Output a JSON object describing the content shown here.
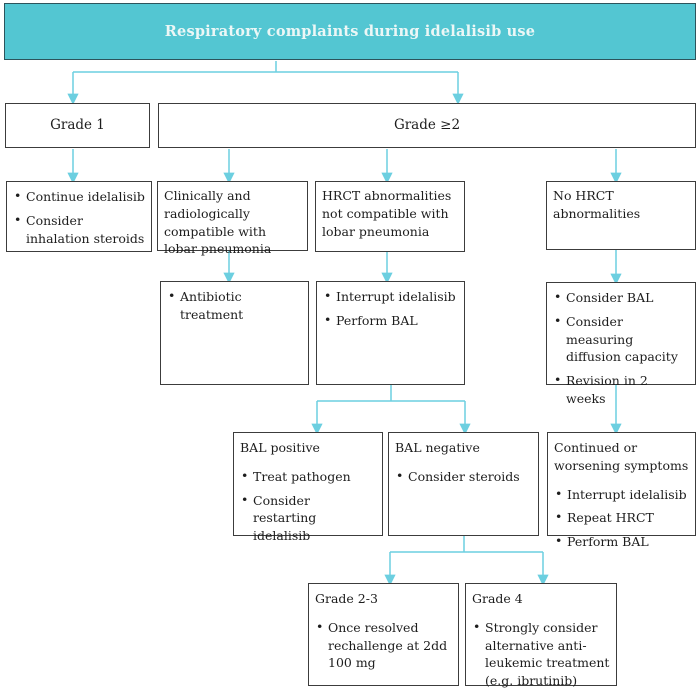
{
  "title": "Respiratory complaints during idelalisib use",
  "colors": {
    "background": "#ffffff",
    "header_fill": "#53c6d2",
    "header_border": "#2c545c",
    "header_text": "#ecf7f6",
    "box_border": "#3c3c3c",
    "text": "#1d1d1d",
    "arrow": "#6ccfe0"
  },
  "nodes": {
    "grade1": {
      "label": "Grade 1"
    },
    "grade2plus": {
      "label": "Grade ≥2"
    },
    "grade1_actions": {
      "bullets": [
        "Continue idelalisib",
        "Consider inhalation steroids"
      ]
    },
    "lobar_compatible": {
      "text": "Clinically and radiologically compatible with lobar pneumonia"
    },
    "hrct_abnormalities": {
      "text": "HRCT abnormalities not compatible with lobar pneumonia"
    },
    "no_hrct": {
      "text": "No HRCT abnormalities"
    },
    "antibiotic": {
      "bullets": [
        "Antibiotic treatment"
      ]
    },
    "interrupt": {
      "bullets": [
        "Interrupt idelalisib",
        "Perform BAL"
      ]
    },
    "consider_bal": {
      "bullets": [
        "Consider BAL",
        "Consider measuring diffusion capacity",
        "Revision in 2 weeks"
      ]
    },
    "bal_positive": {
      "header": "BAL positive",
      "bullets": [
        "Treat pathogen",
        "Consider restarting idelalisib"
      ]
    },
    "bal_negative": {
      "header": "BAL negative",
      "bullets": [
        "Consider steroids"
      ]
    },
    "continued": {
      "header": "Continued or worsening symptoms",
      "bullets": [
        "Interrupt idelalisib",
        "Repeat HRCT",
        "Perform BAL"
      ]
    },
    "grade23": {
      "header": "Grade 2-3",
      "bullets": [
        "Once resolved rechallenge at 2dd 100 mg"
      ]
    },
    "grade4": {
      "header": "Grade 4",
      "bullets": [
        "Strongly consider alternative anti-leukemic treatment (e.g. ibrutinib)"
      ]
    }
  }
}
